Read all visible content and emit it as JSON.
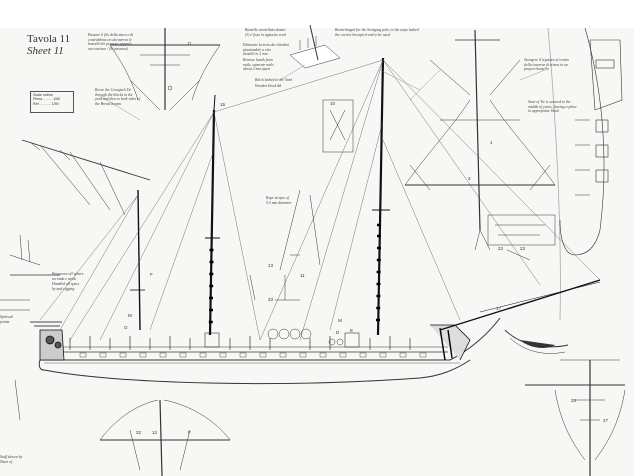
{
  "sheet": {
    "title_it": "Tavola 11",
    "title_en": "Sheet 11"
  },
  "legend": {
    "lines": [
      "Scale ordine",
      "Pinna ......... 1/50",
      "Ref. .......... 1/50"
    ]
  },
  "notes": {
    "top_center_it": "Passare il filo della mura e di\ncontrabbraccio attraverso le\nbozzelli dei pennoni appositi\nracconciare / (Si passano)",
    "block_lashed": "Bozzello rastrellato dotato\n(3) è fisso in apposito cord",
    "block_lashed_en": "Block lashed to the Yard",
    "block_lashed_en2": "Wooden block ##",
    "eliminate_it": "Eliminate la tesia dei chiodini\npiantandole a vita\ndentelli in 2 mm",
    "remove_heads_en": "Remove heads from\nnails, separate nails\nabout 2 mm apart",
    "rope_stripes": "Rope stripes of\n0.5 mm diameter",
    "reeve": "Reeve the Crossjack Tie\nthrough the blocks in the\nyard and then to both sides of\nthe Breast beams",
    "grip": "Stringere il legature al centro\ndella traversa di trinca in un\nproprio bozzello",
    "right_top": "Beam-hinged for the Swinging pole, to the stays lashed\nthe correct bowspirit-end to be used",
    "sheet_tie": "Start of Tie is secured to the\nmiddle of yarns, leaving a place\nin appropriate block",
    "all_spars": "Preparare all sphers\nseconda e strati",
    "handled": "Handled all spars\nby and rigging",
    "bottom_left": "Staff shown by\nSheet of",
    "spritsail": "Spritsail\npoints",
    "nums": [
      "11",
      "15",
      "10",
      "13",
      "11",
      "33",
      "M",
      "F",
      "O",
      "M",
      "D",
      "E",
      "22",
      "23",
      "27",
      "25",
      "17",
      "32",
      "12",
      "F",
      "1",
      "3"
    ]
  }
}
